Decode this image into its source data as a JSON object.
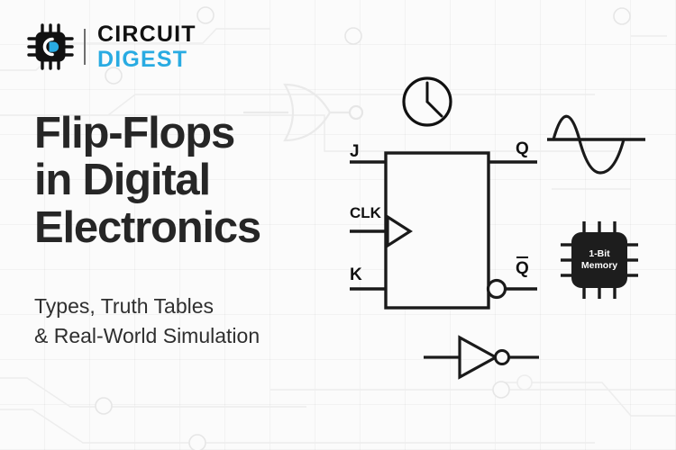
{
  "brand": {
    "logo_icon": "microchip-icon",
    "name_top": "CIRCUIT",
    "name_bottom": "DIGEST",
    "accent_color": "#29abe2",
    "text_color": "#111111"
  },
  "headline": {
    "line1": "Flip-Flops",
    "line2": "in Digital",
    "line3": "Electronics"
  },
  "subheadline": {
    "line1": "Types, Truth Tables",
    "line2": "& Real-World Simulation"
  },
  "diagram": {
    "title": "jk-flip-flop-symbol",
    "inputs": [
      {
        "id": "j",
        "label": "J"
      },
      {
        "id": "clk",
        "label": "CLK"
      },
      {
        "id": "k",
        "label": "K"
      }
    ],
    "outputs": [
      {
        "id": "q",
        "label": "Q",
        "inverted": false
      },
      {
        "id": "qbar",
        "label": "Q",
        "inverted": true
      }
    ]
  },
  "icons": {
    "clock": "clock-icon",
    "sine_wave": "sine-wave-icon",
    "or_gate": "or-gate-icon",
    "not_gate": "not-gate-icon",
    "memory_chip": "memory-chip-icon"
  },
  "memory_chip": {
    "line1": "1-Bit",
    "line2": "Memory",
    "background": "#1d1d1d",
    "text_color": "#ffffff"
  },
  "theme": {
    "background": "#fbfbfb",
    "ink": "#1a1a1a",
    "trace": "#eeeeee",
    "grid": "rgba(0,0,0,0.035)"
  }
}
